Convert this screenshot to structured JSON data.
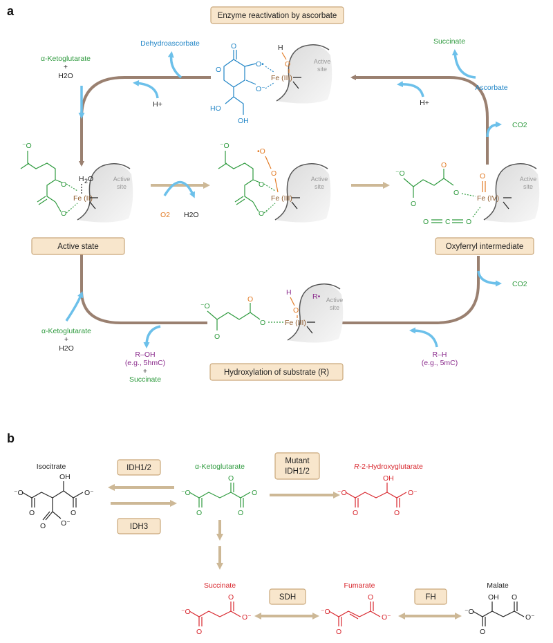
{
  "panels": {
    "a": "a",
    "b": "b"
  },
  "boxes": {
    "reactivation": "Enzyme reactivation by ascorbate",
    "active_state": "Active state",
    "oxyferryl": "Oxyferryl intermediate",
    "hydroxylation": "Hydroxylation of substrate (R)",
    "idh12": "IDH1/2",
    "idh3": "IDH3",
    "mutant_line1": "Mutant",
    "mutant_line2": "IDH1/2",
    "sdh": "SDH",
    "fh": "FH"
  },
  "panel_a": {
    "akg_top": "α-Ketoglutarate",
    "plus_top": "+",
    "h2o_top": "H2O",
    "dehydroascorbate": "Dehydroascorbate",
    "hplus_left": "H+",
    "hplus_right": "H+",
    "succinate_top": "Succinate",
    "ascorbate": "Ascorbate",
    "co2_top": "CO2",
    "co2_bottom": "CO2",
    "o2": "O2",
    "h2o_mid": "H2O",
    "active_site": "Active",
    "site": "site",
    "fe_ii": "Fe (II)",
    "fe_iii": "Fe (III)",
    "fe_iv": "Fe (IV)",
    "akg_bottom": "α-Ketoglutarate",
    "plus_bottom": "+",
    "h2o_bottom": "H2O",
    "roh": "R–OH",
    "roh_eg": "(e.g., 5hmC)",
    "plus_roh": "+",
    "succinate_bottom": "Succinate",
    "rh": "R–H",
    "rh_eg": "(e.g., 5mC)"
  },
  "panel_b": {
    "isocitrate": "Isocitrate",
    "akg": "α-Ketoglutarate",
    "r2hg_italic": "R",
    "r2hg_rest": "-2-Hydroxyglutarate",
    "succinate": "Succinate",
    "fumarate": "Fumarate",
    "malate": "Malate"
  },
  "colors": {
    "green": "#2e9a3e",
    "blue": "#1f84c6",
    "orange": "#e27a24",
    "purple": "#8a2a8c",
    "red": "#d8262d",
    "brown": "#9a8070",
    "tan": "#cdb896",
    "sky": "#6cc0ea",
    "box_fill": "#f8e6cc"
  }
}
